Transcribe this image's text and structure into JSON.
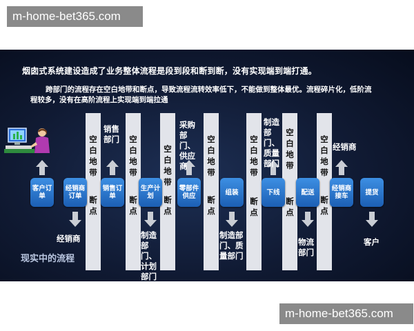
{
  "watermark_top": "m-home-bet365.com",
  "watermark_bottom": "m-home-bet365.com",
  "title_line": "烟囱式系统建设造成了业务整体流程是段到段和断到断，没有实现端到端打通。",
  "desc_line1": "跨部门的流程存在空白地带和断点，导致流程流转效率低下，不能做到整体最优。流程碎片化，低阶流",
  "desc_line2": "程较多，没有在高阶流程上实现端到端拉通",
  "footer": "现实中的流程",
  "gap_top": "空白地带",
  "gap_bottom": "断点",
  "processes": [
    "客户订单",
    "经销商订单",
    "销售订单",
    "生产计划",
    "零部件供应",
    "组装",
    "下线",
    "配送",
    "经销商接车",
    "提货"
  ],
  "up_labels": {
    "sales": "销售部门",
    "purchase": "采购部门、供应商",
    "quality": "制造部门、质量部门",
    "dealer": "经销商"
  },
  "down_labels": {
    "dealer": "经销商",
    "planning": "制造部门、计划部门",
    "manufacturing": "制造部门、质量部门",
    "logistics": "物流部门",
    "customer": "客户"
  }
}
